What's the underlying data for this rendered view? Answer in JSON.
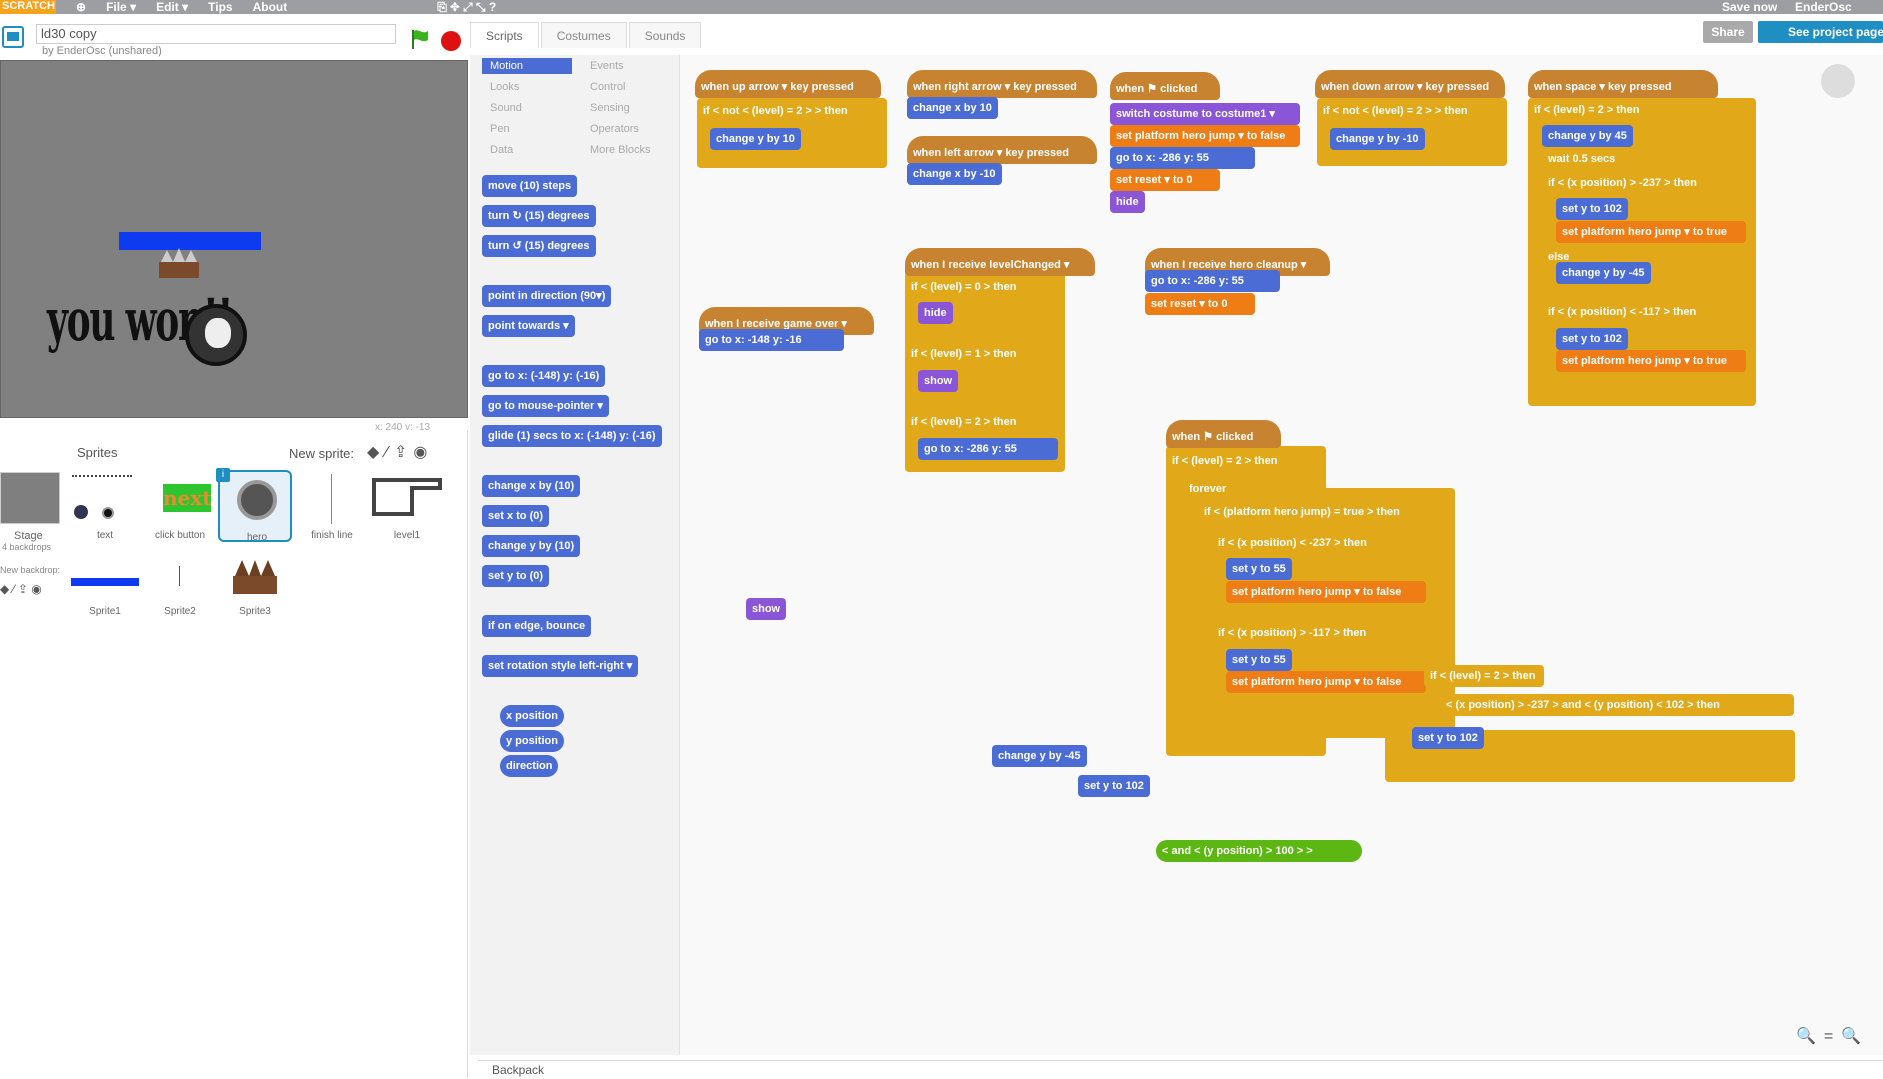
{
  "topbar": {
    "logo": "SCRATCH",
    "menus": [
      "File ▾",
      "Edit ▾",
      "Tips",
      "About"
    ],
    "save_now": "Save now",
    "username": "EnderOsc"
  },
  "project": {
    "title": "ld30 copy",
    "author": "by EnderOsc (unshared)"
  },
  "tabs": [
    "Scripts",
    "Costumes",
    "Sounds"
  ],
  "header": {
    "share": "Share",
    "see_page": "See project page"
  },
  "stage": {
    "text": "you won!!",
    "coords": "x: 240  y: -13"
  },
  "sprites_pane": {
    "header": "Sprites",
    "new_sprite": "New sprite:",
    "stage_label": "Stage",
    "stage_sub": "4 backdrops",
    "new_backdrop": "New backdrop:",
    "sprites": [
      {
        "name": "text"
      },
      {
        "name": "click button"
      },
      {
        "name": "hero"
      },
      {
        "name": "finish line"
      },
      {
        "name": "level1"
      },
      {
        "name": "Sprite1"
      },
      {
        "name": "Sprite2"
      },
      {
        "name": "Sprite3"
      }
    ],
    "next_label": "next"
  },
  "categories": [
    {
      "label": "Motion",
      "color": "#4a6cd4"
    },
    {
      "label": "Events",
      "color": "#c88330"
    },
    {
      "label": "Looks",
      "color": "#8a55d7"
    },
    {
      "label": "Control",
      "color": "#e1a91a"
    },
    {
      "label": "Sound",
      "color": "#bb42c3"
    },
    {
      "label": "Sensing",
      "color": "#2ca5e2"
    },
    {
      "label": "Pen",
      "color": "#0e9a6c"
    },
    {
      "label": "Operators",
      "color": "#5cb712"
    },
    {
      "label": "Data",
      "color": "#ee7d16"
    },
    {
      "label": "More Blocks",
      "color": "#632d99"
    }
  ],
  "palette_blocks": [
    "move (10) steps",
    "turn ↻ (15) degrees",
    "turn ↺ (15) degrees",
    "point in direction (90▾)",
    "point towards ▾",
    "go to x: (-148) y: (-16)",
    "go to mouse-pointer ▾",
    "glide (1) secs to x: (-148) y: (-16)",
    "change x by (10)",
    "set x to (0)",
    "change y by (10)",
    "set y to (0)",
    "if on edge, bounce",
    "set rotation style left-right ▾",
    "x position",
    "y position",
    "direction"
  ],
  "scripts": {
    "s1": [
      "when up arrow ▾ key pressed",
      "if < not < (level) = 2 > > then",
      "change y by 10"
    ],
    "s2": [
      "when right arrow ▾ key pressed",
      "change x by 10"
    ],
    "s3": [
      "when left arrow ▾ key pressed",
      "change x by -10"
    ],
    "s4": [
      "when ⚑ clicked",
      "switch costume to costume1 ▾",
      "set platform hero jump ▾ to false",
      "go to x: -286 y: 55",
      "set reset ▾ to 0",
      "hide"
    ],
    "s5": [
      "when down arrow ▾ key pressed",
      "if < not < (level) = 2 > > then",
      "change y by -10"
    ],
    "s6": [
      "when space ▾ key pressed",
      "if < (level) = 2 > then",
      "change y by 45",
      "wait 0.5 secs",
      "if < (x position) > -237 > then",
      "set y to 102",
      "set platform hero jump ▾ to true",
      "else",
      "change y by -45",
      "if < (x position) < -117 > then",
      "set y to 102",
      "set platform hero jump ▾ to true"
    ],
    "s7": [
      "when I receive game over ▾",
      "go to x: -148 y: -16"
    ],
    "s8": [
      "when I receive levelChanged ▾",
      "if < (level) = 0 > then",
      "hide",
      "if < (level) = 1 > then",
      "show",
      "if < (level) = 2 > then",
      "go to x: -286 y: 55"
    ],
    "s9": [
      "when I receive hero cleanup ▾",
      "go to x: -286 y: 55",
      "set reset ▾ to 0"
    ],
    "s10": [
      "when ⚑ clicked",
      "if < (level) = 2 > then",
      "forever",
      "if < (platform hero jump) = true > then",
      "if < (x position) < -237 > then",
      "set y to 55",
      "set platform hero jump ▾ to false",
      "if < (x position) > -117 > then",
      "set y to 55",
      "set platform hero jump ▾ to false",
      "if < (level) = 2 > then",
      "< (x position) > -237 > and < (y position) < 102 > then",
      "set y to 102"
    ],
    "loose": [
      "show",
      "change y by -45",
      "set y to 102",
      "< and < (y position) > 100 > >"
    ]
  },
  "backpack": "Backpack"
}
